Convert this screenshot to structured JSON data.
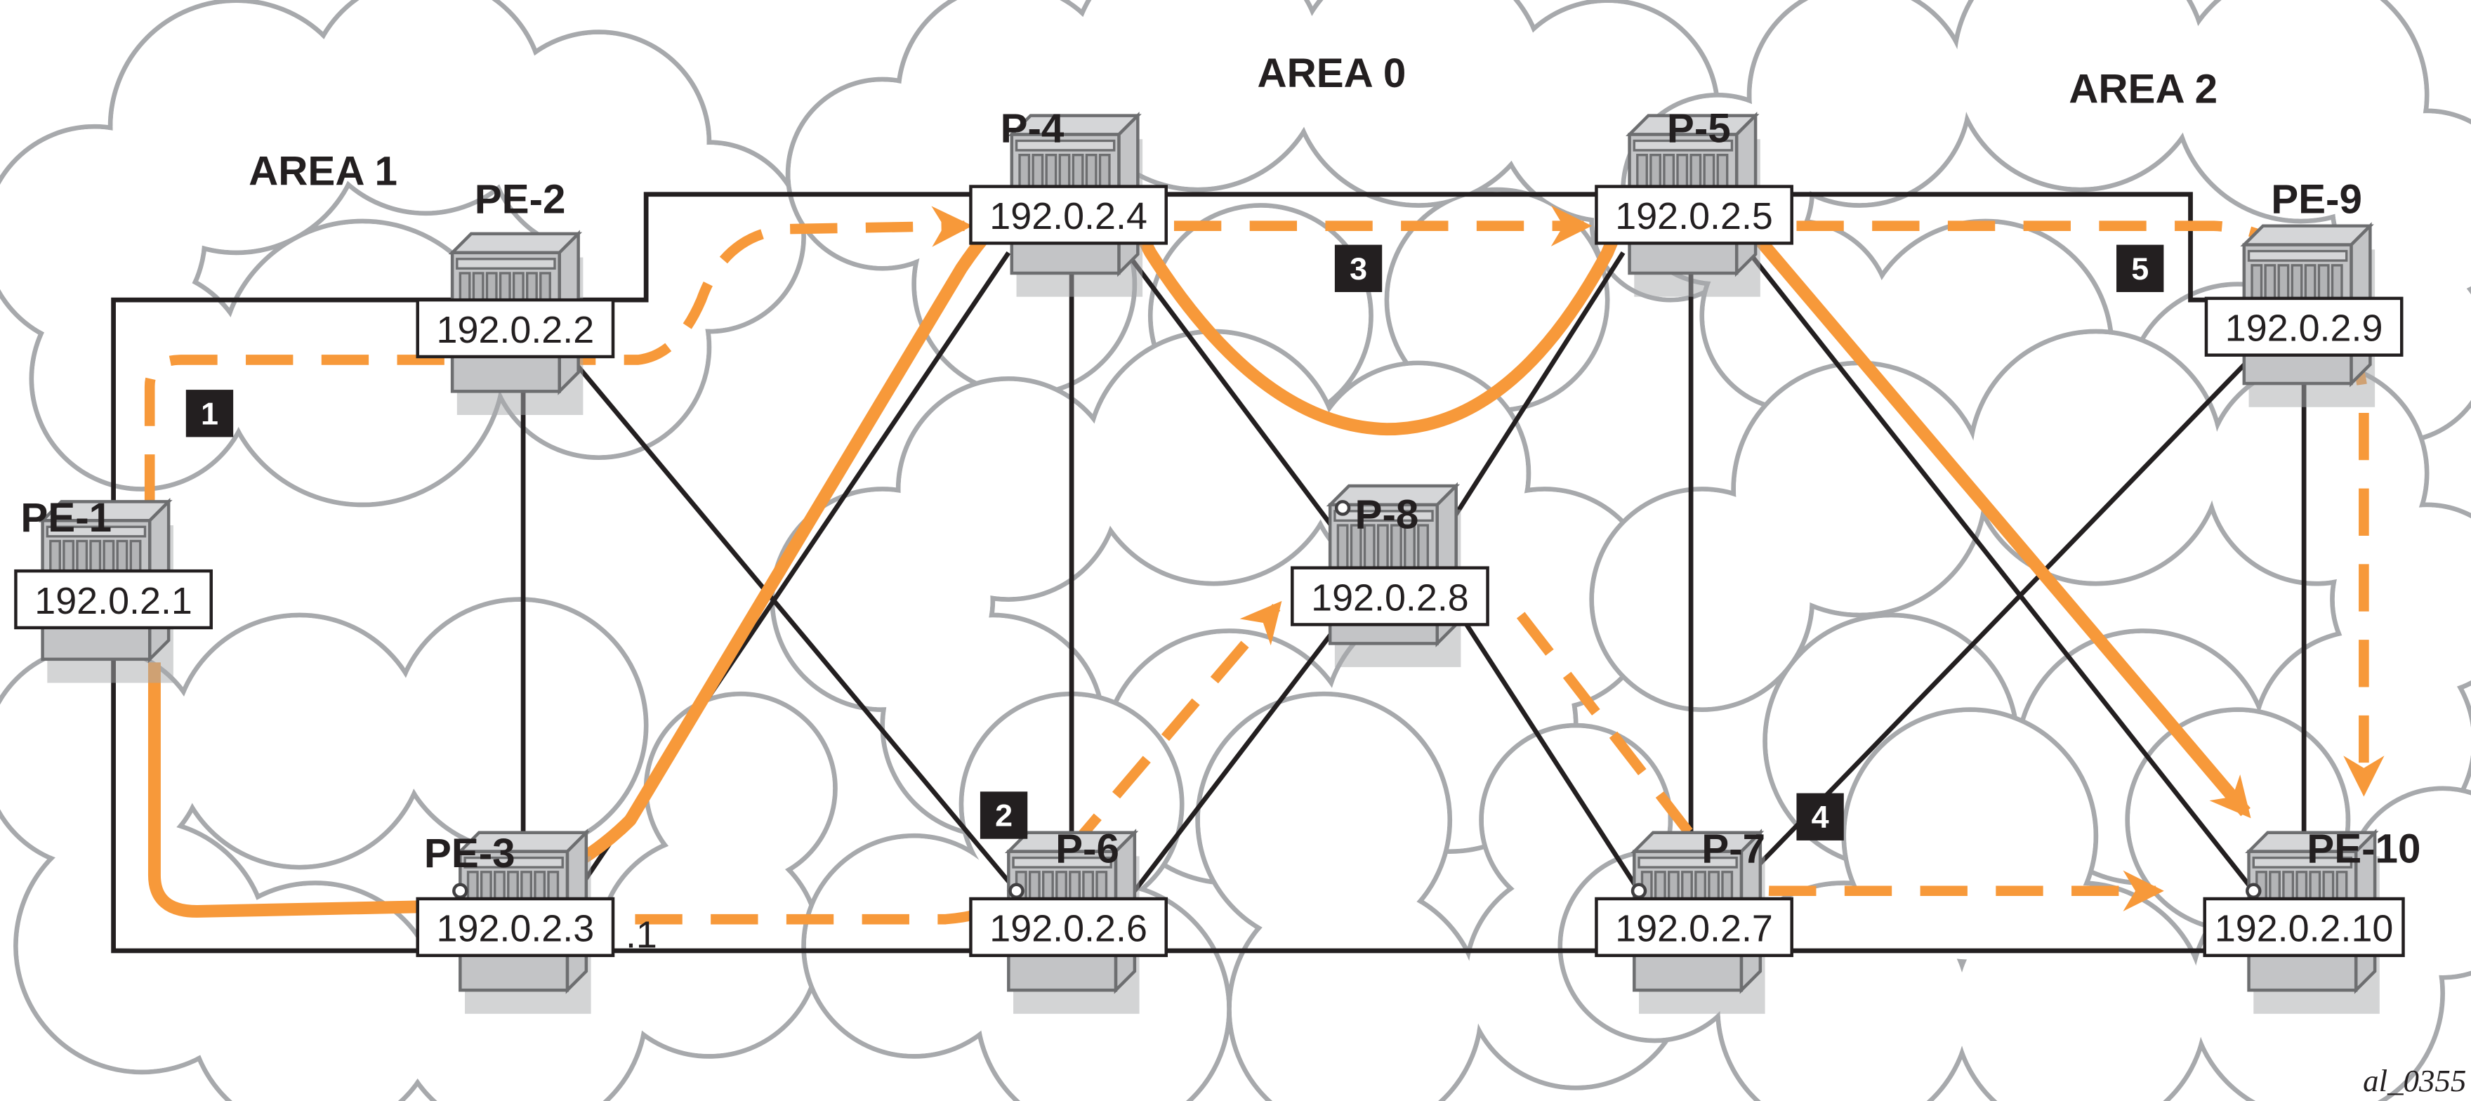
{
  "areas": [
    {
      "id": "area1",
      "label": "AREA 1"
    },
    {
      "id": "area0",
      "label": "AREA 0"
    },
    {
      "id": "area2",
      "label": "AREA 2"
    }
  ],
  "nodes": [
    {
      "id": "pe1",
      "name": "PE-1",
      "ip": "192.0.2.1"
    },
    {
      "id": "pe2",
      "name": "PE-2",
      "ip": "192.0.2.2"
    },
    {
      "id": "pe3",
      "name": "PE-3",
      "ip": "192.0.2.3"
    },
    {
      "id": "p4",
      "name": "P-4",
      "ip": "192.0.2.4"
    },
    {
      "id": "p5",
      "name": "P-5",
      "ip": "192.0.2.5"
    },
    {
      "id": "p6",
      "name": "P-6",
      "ip": "192.0.2.6"
    },
    {
      "id": "p7",
      "name": "P-7",
      "ip": "192.0.2.7"
    },
    {
      "id": "p8",
      "name": "P-8",
      "ip": "192.0.2.8"
    },
    {
      "id": "pe9",
      "name": "PE-9",
      "ip": "192.0.2.9"
    },
    {
      "id": "pe10",
      "name": "PE-10",
      "ip": "192.0.2.10"
    }
  ],
  "extra_text": ".1",
  "step_markers": [
    "1",
    "2",
    "3",
    "4",
    "5"
  ],
  "figure_id": "al_0355",
  "colors": {
    "path": "#f7993a",
    "link": "#231f20",
    "cloud": "#a7a9ac",
    "router": "#c3c4c6",
    "router_edge": "#6d6e70"
  }
}
